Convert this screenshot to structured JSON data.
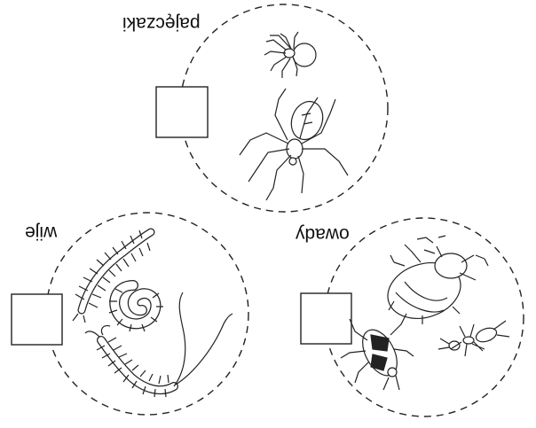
{
  "groups": [
    {
      "key": "spiders",
      "label": "pajęczaki"
    },
    {
      "key": "myriapods",
      "label": "wije"
    },
    {
      "key": "insects",
      "label": "owady"
    }
  ]
}
